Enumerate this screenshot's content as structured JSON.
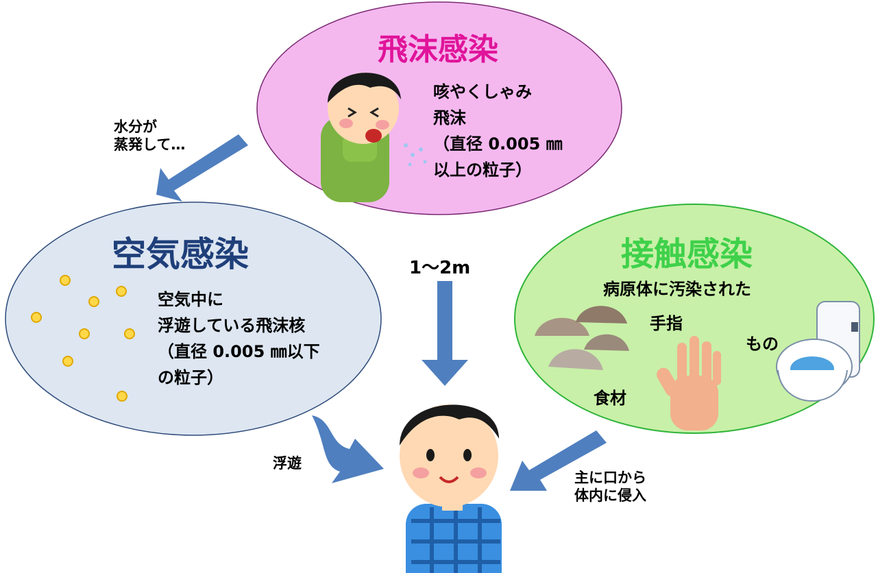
{
  "droplet": {
    "title": "飛沫感染",
    "lines": [
      "咳やくしゃみ",
      "飛沫",
      "（直径 0.005 ㎜",
      "以上の粒子）"
    ],
    "title_color": "#e0149a",
    "fill": "#f4b8ef"
  },
  "airborne": {
    "title": "空気感染",
    "lines": [
      "空気中に",
      "浮遊している飛沫核",
      "（直径 0.005 ㎜以下",
      "の粒子）"
    ],
    "title_color": "#1f3f7a",
    "fill": "#dde6f1"
  },
  "contact": {
    "title": "接触感染",
    "subtitle": "病原体に汚染された",
    "items": {
      "fingers": "手指",
      "things": "もの",
      "food": "食材"
    },
    "title_color": "#3fd14a",
    "fill": "#c8f0a8"
  },
  "arrows": {
    "evaporation": [
      "水分が",
      "蒸発して…"
    ],
    "distance": "1～2m",
    "floating": "浮遊",
    "mouth": [
      "主に口から",
      "体内に侵入"
    ],
    "color": "#4f7fbf"
  }
}
